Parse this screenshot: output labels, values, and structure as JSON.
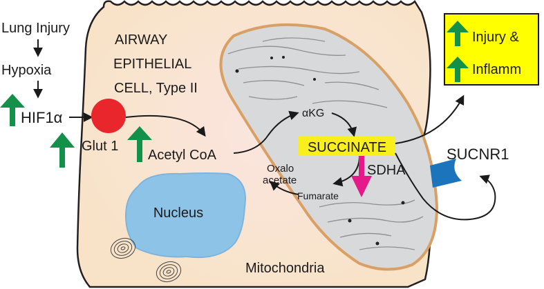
{
  "pathway": {
    "lung_injury": "Lung Injury",
    "hypoxia": "Hypoxia",
    "hif1a": "HIF1α",
    "glut1": "Glut 1",
    "acetyl_coa": "Acetyl CoA"
  },
  "cell": {
    "name_line1": "AIRWAY",
    "name_line2": "EPITHELIAL",
    "name_line3": "CELL, Type II",
    "nucleus": "Nucleus"
  },
  "mito": {
    "label": "Mitochondria",
    "akg": "αKG",
    "succinate": "SUCCINATE",
    "sdha": "SDHA",
    "fumarate": "Fumarate",
    "oxalo_line1": "Oxalo",
    "oxalo_line2": "acetate"
  },
  "receptor": {
    "sucnr1": "SUCNR1"
  },
  "outcome": {
    "injury": "Injury &",
    "inflamm": "Inflamm"
  },
  "colors": {
    "cell_fill": "#fbe8d6",
    "cell_stroke": "#231f20",
    "mito_fill": "#d8d9da",
    "mito_stroke": "#d9a066",
    "nucleus_fill": "#8ec3e8",
    "glut_fill": "#e8262b",
    "up_arrow": "#13904a",
    "sdha_arrow": "#e6198a",
    "succinate_highlight": "#f8ef1c",
    "outcome_fill": "#ffff00",
    "receptor_fill": "#1c75bc"
  },
  "icons": {
    "up_arrow": "up-arrow-icon",
    "down_arrow": "down-arrow-icon"
  }
}
